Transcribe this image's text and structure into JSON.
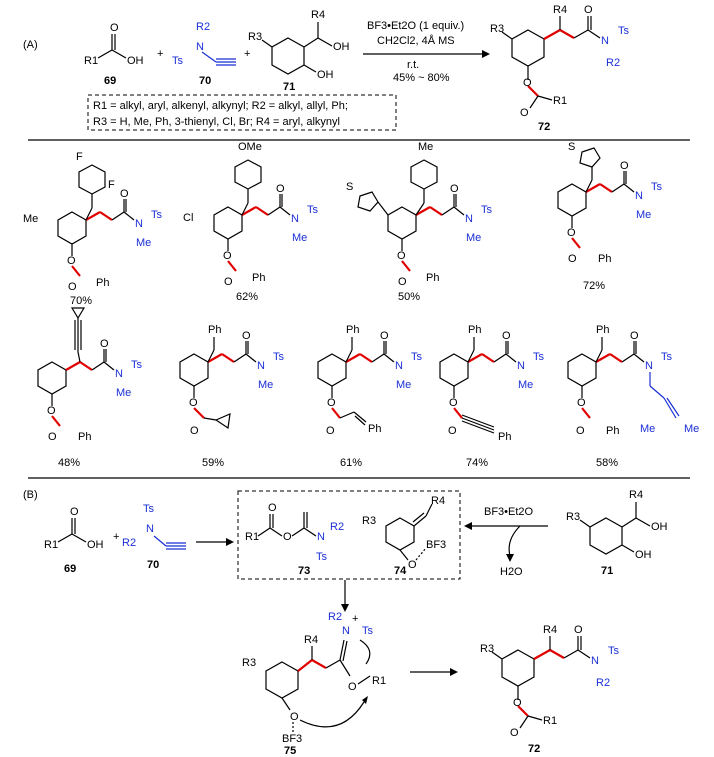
{
  "panelA": {
    "label": "(A)",
    "reagents": {
      "acid_label": "69",
      "ynamide_label": "70",
      "phenol_label": "71",
      "product_label": "72",
      "conditions": [
        "BF3•Et2O (1 equiv.)",
        "CH2Cl2, 4Å MS",
        "r.t.",
        "45% ~ 80%"
      ]
    },
    "scope_box": [
      "R1 = alkyl, aryl, alkenyl, alkynyl; R2 = alkyl, allyl, Ph;",
      "R3 = H, Me, Ph, 3-thienyl, Cl, Br; R4 = aryl, alkynyl"
    ],
    "substituents": {
      "r1": "R1",
      "r2": "R2",
      "r3": "R3",
      "r4": "R4",
      "oh": "OH",
      "ts": "Ts",
      "n": "N",
      "o": "O"
    }
  },
  "examples": [
    {
      "id": "ex1",
      "yield": "70%",
      "top": "F / F",
      "ring": "Me",
      "ester": "Ph"
    },
    {
      "id": "ex2",
      "yield": "62%",
      "top": "OMe",
      "ring": "Cl",
      "ester": "Ph"
    },
    {
      "id": "ex3",
      "yield": "50%",
      "top": "Me",
      "ring": "3-thienyl",
      "ester": "Ph"
    },
    {
      "id": "ex4",
      "yield": "72%",
      "top": "2-thienyl",
      "ring": "",
      "ester": "Ph"
    },
    {
      "id": "ex5",
      "yield": "48%",
      "top": "cyclopropyl-alkynyl",
      "ring": "",
      "ester": "Ph"
    },
    {
      "id": "ex6",
      "yield": "59%",
      "top": "Ph",
      "ring": "",
      "ester": "cyclopropyl"
    },
    {
      "id": "ex7",
      "yield": "61%",
      "top": "Ph",
      "ring": "",
      "ester": "styryl"
    },
    {
      "id": "ex8",
      "yield": "74%",
      "top": "Ph",
      "ring": "",
      "ester": "phenylethynyl"
    },
    {
      "id": "ex9",
      "yield": "58%",
      "top": "Ph",
      "ring": "",
      "ester": "Ph"
    }
  ],
  "labels": {
    "me": "Me",
    "ph": "Ph",
    "ome": "OMe",
    "cl": "Cl",
    "f": "F",
    "ts": "Ts",
    "n": "N",
    "o": "O"
  },
  "panelB": {
    "label": "(B)",
    "int1_label": "73",
    "int2_label": "74",
    "int3_label": "75",
    "product_label": "72",
    "acid_label": "69",
    "ynamide_label": "70",
    "phenol_label": "71",
    "reagent": "BF3•Et2O",
    "byproduct": "H2O",
    "bf3": "BF3"
  }
}
